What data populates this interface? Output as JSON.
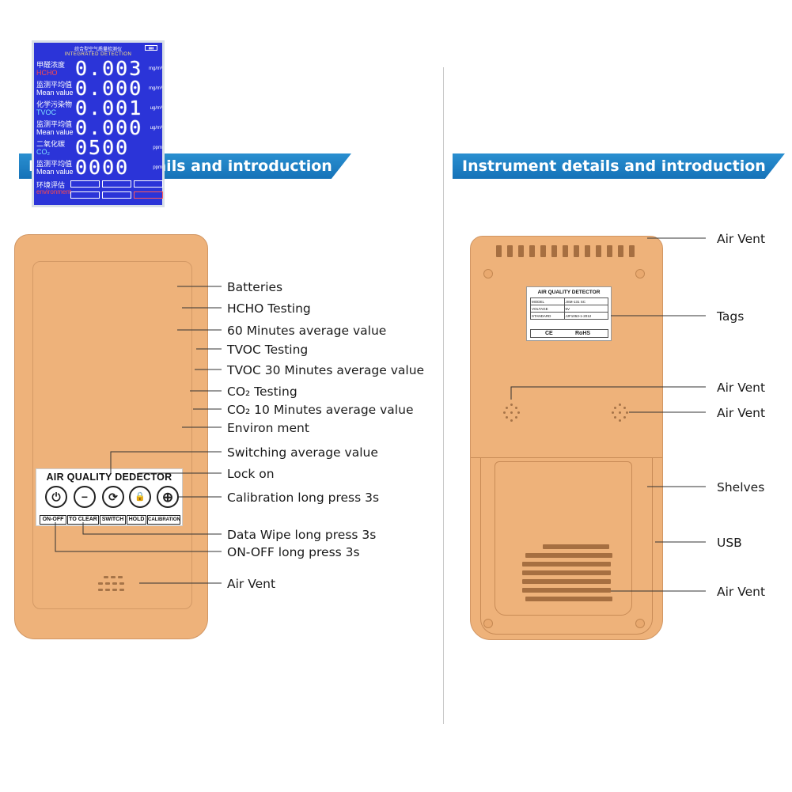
{
  "banners": {
    "left": "Instrument details and introduction",
    "right": "Instrument details and introduction"
  },
  "front": {
    "labels": {
      "batteries": "Batteries",
      "hcho_testing": "HCHO Testing",
      "avg60": "60 Minutes average value",
      "tvoc_testing": "TVOC Testing",
      "tvoc30": "TVOC 30 Minutes average value",
      "co2_testing": "CO₂ Testing",
      "co2_10": "CO₂  10 Minutes average value",
      "environment": "Environ ment",
      "switching": "Switching average value",
      "lock_on": "Lock on",
      "calibration": "Calibration long press 3s",
      "data_wipe": "Data Wipe long press 3s",
      "on_off": "ON-OFF long press 3s",
      "air_vent": "Air Vent"
    },
    "lcd": {
      "header_cn": "综合型空气质量检测仪",
      "header_en": "INTEGRATED DETECTION",
      "battery": "▮▮▮",
      "rows": [
        {
          "cn": "甲醛浓度",
          "en": "HCHO",
          "digits": "0.003",
          "unit": "mg/m³"
        },
        {
          "cn": "监测平均值",
          "en": "Mean value",
          "digits": "0.000",
          "unit": "mg/m³"
        },
        {
          "cn": "化学污染物",
          "en": "TVOC",
          "digits": "0.001",
          "unit": "ug/m³"
        },
        {
          "cn": "监测平均值",
          "en": "Mean value",
          "digits": "0.000",
          "unit": "ug/m³"
        },
        {
          "cn": "二氧化碳",
          "en": "CO₂",
          "digits": "0500",
          "unit": "ppm"
        },
        {
          "cn": "监测平均值",
          "en": "Mean value",
          "digits": "0000",
          "unit": "ppm"
        }
      ],
      "env_cn": "环境评估",
      "env_en": "environment"
    },
    "panel": {
      "title": "AIR QUALITY DEDECTOR",
      "buttons": [
        {
          "icon": "⏻",
          "label": "ON-OFF"
        },
        {
          "icon": "−",
          "label": "TO CLEAR"
        },
        {
          "icon": "⟳",
          "label": "SWITCH"
        },
        {
          "icon": "🔒",
          "label": "HOLD"
        },
        {
          "icon": "⊕",
          "label": "CALIBRATION"
        }
      ]
    }
  },
  "back": {
    "labels": {
      "air_vent_top": "Air Vent",
      "tags": "Tags",
      "air_vent_left": "Air Vent",
      "air_vent_right": "Air Vent",
      "shelves": "Shelves",
      "usb": "USB",
      "air_vent_bottom": "Air Vent"
    },
    "tag": {
      "title": "AIR QUALITY DETECTOR",
      "model_key": "MODEL",
      "model_val": "JSM-131  SC",
      "voltage_key": "VOLTAGE",
      "voltage_val": "5V",
      "standard_key": "STANDARD",
      "standard_val": "JJF1053-1-2012",
      "ce": "CE",
      "rohs": "RoHS"
    }
  }
}
